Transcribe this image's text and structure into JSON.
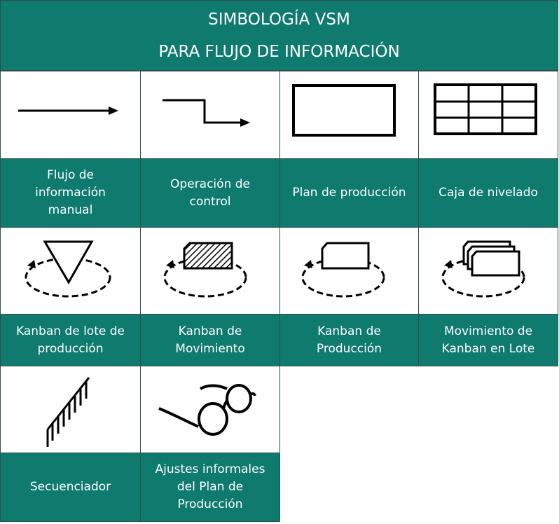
{
  "title": {
    "line1": "SIMBOLOGÍA VSM",
    "line2": "PARA FLUJO DE INFORMACIÓN"
  },
  "symbols": [
    {
      "label": "Flujo de\ninformación\nmanual",
      "icon": "manual-info-arrow-icon"
    },
    {
      "label": "Operación de\ncontrol",
      "icon": "electronic-info-arrow-icon"
    },
    {
      "label": "Plan de producción",
      "icon": "production-plan-rectangle-icon"
    },
    {
      "label": "Caja de nivelado",
      "icon": "load-leveling-box-icon"
    },
    {
      "label": "Kanban de lote de\nproducción",
      "icon": "signal-kanban-triangle-icon"
    },
    {
      "label": "Kanban de\nMovimiento",
      "icon": "withdrawal-kanban-icon"
    },
    {
      "label": "Kanban de\nProducción",
      "icon": "production-kanban-icon"
    },
    {
      "label": "Movimiento de\nKanban en Lote",
      "icon": "kanban-batch-icon"
    },
    {
      "label": "Secuenciador",
      "icon": "sequencer-rail-icon"
    },
    {
      "label": "Ajustes informales\ndel Plan de\nProducción",
      "icon": "go-see-glasses-icon"
    }
  ],
  "colors": {
    "teal": "#0f7a6e",
    "border": "#2f4f4a",
    "text": "#ffffff"
  }
}
